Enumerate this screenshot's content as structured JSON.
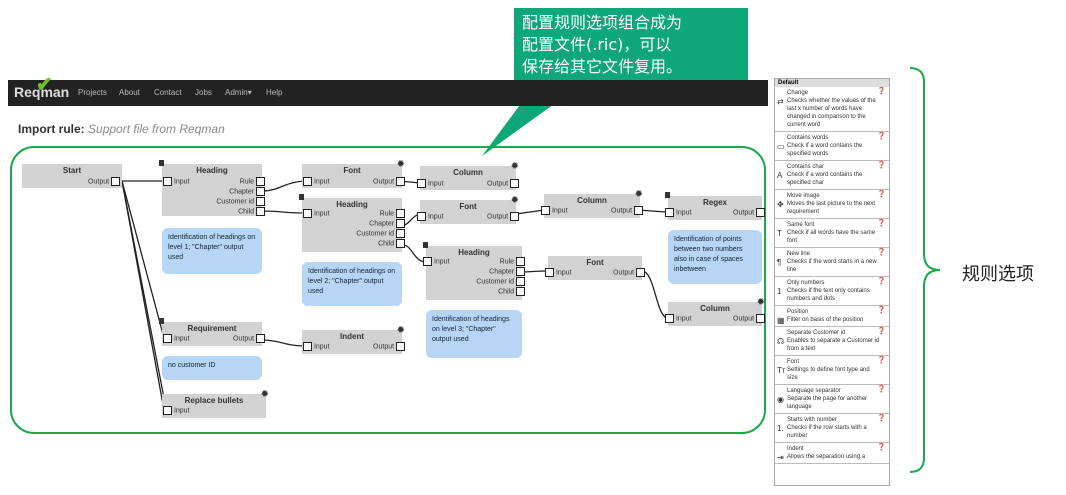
{
  "nav": {
    "logo": "Reqman",
    "items": [
      "Projects",
      "About",
      "Contact",
      "Jobs",
      "Admin",
      "Help"
    ]
  },
  "page": {
    "title": "Import rule:",
    "subtitle": "Support file from Reqman"
  },
  "callout": {
    "lines": [
      "配置规则选项组合成为",
      "配置文件(.ric)，可以",
      "保存给其它文件复用。"
    ]
  },
  "side_label": "规则选项",
  "nodes": {
    "start": {
      "title": "Start",
      "out": "Output"
    },
    "heading1": {
      "title": "Heading",
      "in": "Input",
      "ports": [
        "Rule",
        "Chapter",
        "Customer id",
        "Child"
      ]
    },
    "heading2": {
      "title": "Heading",
      "in": "Input",
      "ports": [
        "Rule",
        "Chapter",
        "Customer id",
        "Child"
      ]
    },
    "heading3": {
      "title": "Heading",
      "in": "Input",
      "ports": [
        "Rule",
        "Chapter",
        "Customer id",
        "Child"
      ]
    },
    "font1": {
      "title": "Font",
      "in": "Input",
      "out": "Output"
    },
    "font2": {
      "title": "Font",
      "in": "Input",
      "out": "Output"
    },
    "font3": {
      "title": "Font",
      "in": "Input",
      "out": "Output"
    },
    "column1": {
      "title": "Column",
      "in": "Input",
      "out": "Output"
    },
    "column2": {
      "title": "Column",
      "in": "Input",
      "out": "Output"
    },
    "column3": {
      "title": "Column",
      "in": "Input",
      "out": "Output"
    },
    "regex": {
      "title": "Regex",
      "in": "Input",
      "out": "Output"
    },
    "requirement": {
      "title": "Requirement",
      "in": "Input",
      "out": "Output"
    },
    "indent": {
      "title": "Indent",
      "in": "Input",
      "out": "Output"
    },
    "replace": {
      "title": "Replace bullets",
      "in": "Input"
    }
  },
  "notes": {
    "n1": "Identification of headings on level 1; \"Chapter\" output used",
    "n2": "Identification of headings on level 2; \"Chapter\" output used",
    "n3": "Identification of headings on level 3; \"Chapter\" output used",
    "n4": "Identification of points between two numbers also in case of spaces inbetween",
    "n5": "no customer ID"
  },
  "panel": {
    "header": "Default",
    "rules": [
      {
        "name": "Change",
        "desc": "Checks whether the values of the last x number of words have changed in comparison to the current word",
        "icon": "⇄"
      },
      {
        "name": "Contains words",
        "desc": "Check if a word contains the specified words",
        "icon": "▭"
      },
      {
        "name": "Contains char",
        "desc": "Check if a word contains the specified char",
        "icon": "A"
      },
      {
        "name": "Move image",
        "desc": "Moves the last picture to the next requirement",
        "icon": "✥"
      },
      {
        "name": "Same font",
        "desc": "Check if all words have the same font",
        "icon": "T"
      },
      {
        "name": "New line",
        "desc": "Checks if the word starts in a new line",
        "icon": "¶"
      },
      {
        "name": "Only numbers",
        "desc": "Checks if the text only contains numbers and dots",
        "icon": "1"
      },
      {
        "name": "Position",
        "desc": "Filter on basis of the position",
        "icon": "▦"
      },
      {
        "name": "Separate Customer id",
        "desc": "Enables to separate a Customer id from a text",
        "icon": "☊"
      },
      {
        "name": "Font",
        "desc": "Settings to define font type and size",
        "icon": "Tт"
      },
      {
        "name": "Language separator",
        "desc": "Separate the page for another language",
        "icon": "◉"
      },
      {
        "name": "Starts with number",
        "desc": "Checks if the row starts with a number",
        "icon": "1."
      },
      {
        "name": "Indent",
        "desc": "Allows the separation using a",
        "icon": "⇥"
      }
    ]
  }
}
